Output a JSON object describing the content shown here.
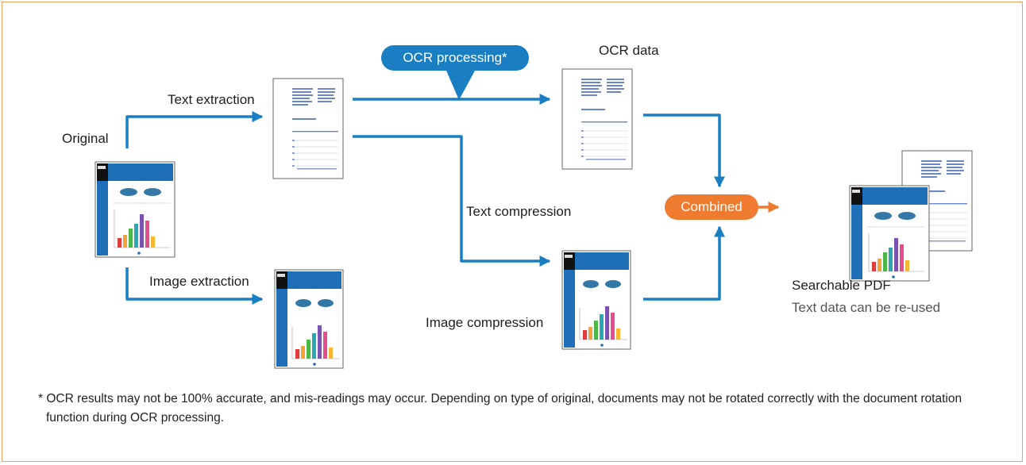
{
  "labels": {
    "original": "Original",
    "text_extraction": "Text extraction",
    "image_extraction": "Image extraction",
    "ocr_processing": "OCR processing*",
    "ocr_data": "OCR data",
    "text_compression": "Text compression",
    "image_compression": "Image compression",
    "combined": "Combined",
    "searchable_pdf": "Searchable PDF",
    "searchable_pdf_note": "Text data can be re-used"
  },
  "footnote": "* OCR results may not be 100% accurate, and mis-readings may occur. Depending on type of original, documents may not be rotated correctly with the document rotation function during OCR processing.",
  "colors": {
    "flow_blue": "#1a7ec3",
    "accent_orange": "#ee7b2f",
    "frame_border": "#f0a060",
    "bar_colors": [
      "#e23c3c",
      "#f2a33a",
      "#4cb848",
      "#2aa6b5",
      "#7b52b0",
      "#e54d8f",
      "#f7b733"
    ]
  },
  "icons": {
    "text_doc": "text-document-icon",
    "image_doc": "image-document-icon",
    "full_doc": "full-document-icon"
  }
}
